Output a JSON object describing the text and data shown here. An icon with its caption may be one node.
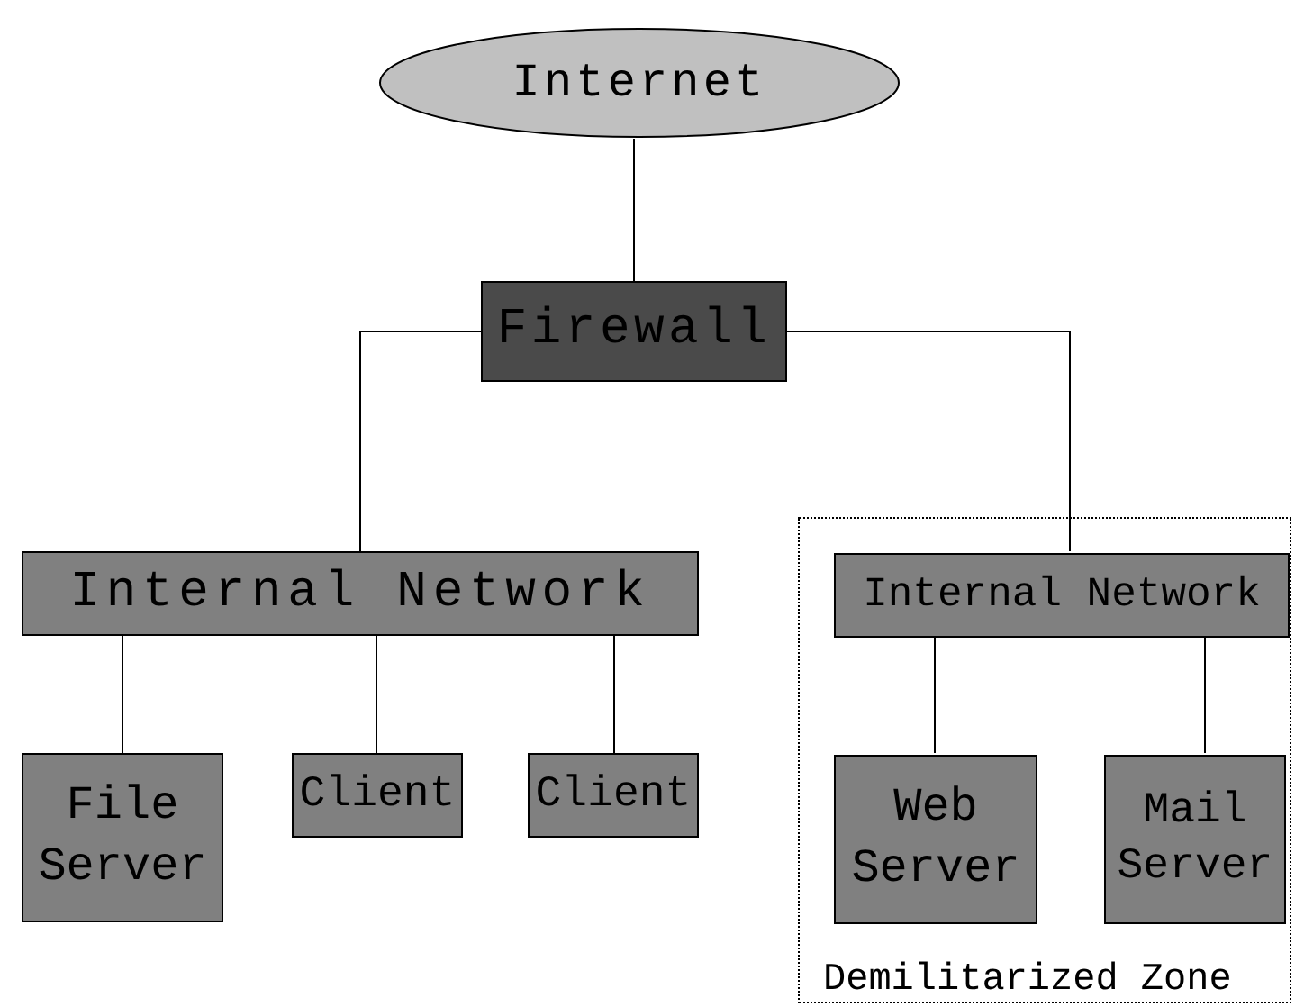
{
  "diagram": {
    "nodes": [
      {
        "text": [
          "Internet"
        ]
      },
      {
        "text": [
          "Firewall"
        ]
      },
      {
        "text": [
          "Internal Network"
        ]
      },
      {
        "text": [
          "File Server"
        ]
      },
      {
        "text": [
          "Client"
        ]
      },
      {
        "text": [
          "Client"
        ]
      },
      {
        "text": [
          "Demilitarized Zone"
        ]
      },
      {
        "text": [
          "Internal Network"
        ],
        "in": 6
      },
      {
        "text": [
          "Web Server"
        ],
        "in": 6
      },
      {
        "text": [
          "Mail Server"
        ],
        "in": 6
      }
    ],
    "edges": [
      {
        "from": 0,
        "to": 1,
        "arrow": "none"
      },
      {
        "from": 1,
        "to": 2,
        "arrow": "none"
      },
      {
        "from": 1,
        "to": 7,
        "arrow": "none"
      },
      {
        "from": 2,
        "to": 3,
        "arrow": "none"
      },
      {
        "from": 2,
        "to": 4,
        "arrow": "none"
      },
      {
        "from": 2,
        "to": 5,
        "arrow": "none"
      },
      {
        "from": 7,
        "to": 8,
        "arrow": "none"
      },
      {
        "from": 7,
        "to": 9,
        "arrow": "none"
      }
    ]
  }
}
